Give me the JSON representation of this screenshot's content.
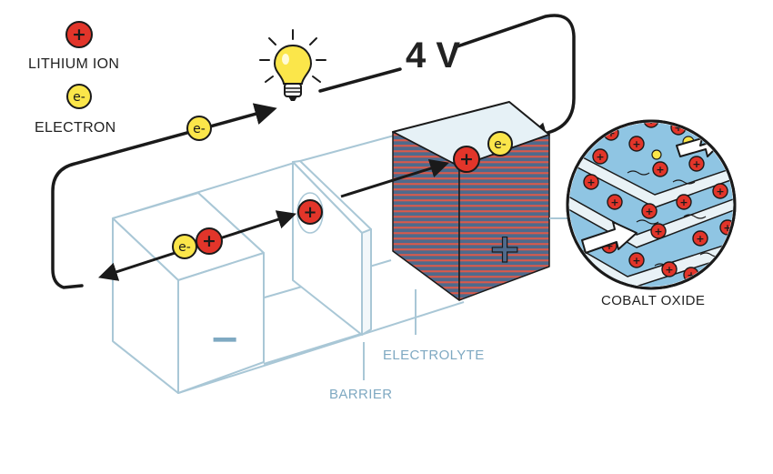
{
  "legend": {
    "ion_symbol": "+",
    "ion_label": "LITHIUM ION",
    "electron_symbol": "e-",
    "electron_label": "ELECTRON"
  },
  "circuit": {
    "voltage": "4 V",
    "electron_symbol": "e-"
  },
  "cell": {
    "anode_sign": "−",
    "cathode_sign": "+",
    "ion_symbol": "+",
    "electron_symbol": "e-"
  },
  "labels": {
    "electrolyte": "ELECTROLYTE",
    "barrier": "BARRIER",
    "cobalt_oxide": "COBALT OXIDE"
  },
  "colors": {
    "ion_red": "#e2352a",
    "electron_yellow": "#fbe64a",
    "outline_blue": "#a9c7d6",
    "label_blue": "#7fa9c2",
    "stripe_blue": "#4f6a8c",
    "stripe_red": "#d95a4b",
    "cathode_top": "#e6f1f6",
    "zoom_blue": "#8fc5e3",
    "line": "#1a1a1a"
  }
}
